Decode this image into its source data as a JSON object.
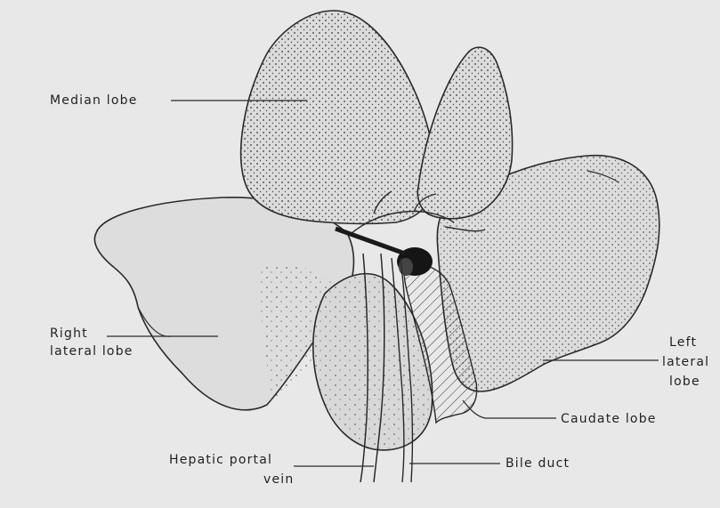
{
  "labels": {
    "median_lobe": "Median lobe",
    "right_lateral_lobe_line1": "Right",
    "right_lateral_lobe_line2": "lateral lobe",
    "left_lateral_lobe_line1": "Left",
    "left_lateral_lobe_line2": "lateral",
    "left_lateral_lobe_line3": "lobe",
    "caudate_lobe": "Caudate lobe",
    "hepatic_portal_vein_line1": "Hepatic portal",
    "hepatic_portal_vein_line2": "vein",
    "bile_duct": "Bile duct"
  },
  "colors": {
    "background": "#e8e8e8",
    "outline": "#2a2a2a",
    "stipple": "#3a3a3a",
    "lobe_fill": "#dedede"
  }
}
